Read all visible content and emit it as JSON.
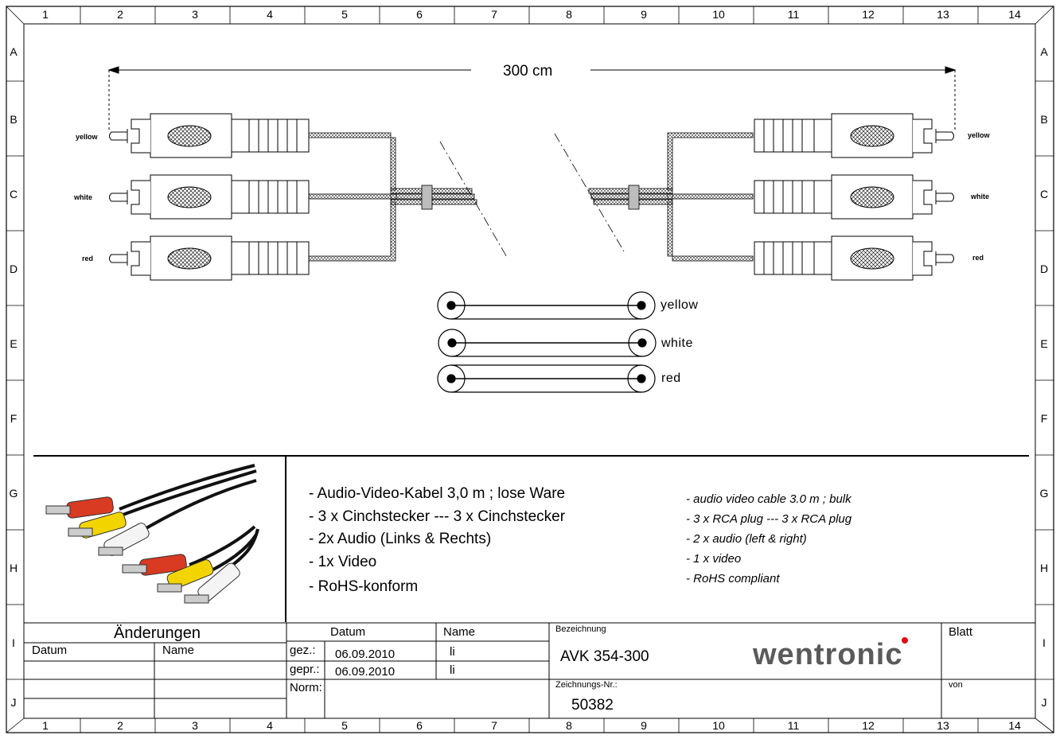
{
  "grid": {
    "columns": [
      "1",
      "2",
      "3",
      "4",
      "5",
      "6",
      "7",
      "8",
      "9",
      "10",
      "11",
      "12",
      "13",
      "14"
    ],
    "rows": [
      "A",
      "B",
      "C",
      "D",
      "E",
      "F",
      "G",
      "H",
      "I",
      "J"
    ]
  },
  "dimension_label": "300 cm",
  "left_plugs": [
    "yellow",
    "white",
    "red"
  ],
  "right_plugs": [
    "yellow",
    "white",
    "red"
  ],
  "wiring": [
    "yellow",
    "white",
    "red"
  ],
  "description_de": [
    "- Audio-Video-Kabel 3,0 m ; lose Ware",
    "- 3 x Cinchstecker --- 3 x Cinchstecker",
    "- 2x Audio (Links & Rechts)",
    "- 1x Video",
    "- RoHS-konform"
  ],
  "description_en": [
    "- audio video cable 3.0 m ; bulk",
    "- 3 x RCA plug --- 3 x RCA plug",
    "- 2 x audio (left & right)",
    "- 1 x video",
    "- RoHS compliant"
  ],
  "title_block": {
    "changes_header": "Änderungen",
    "changes_date": "Datum",
    "changes_name": "Name",
    "date_header": "Datum",
    "name_header": "Name",
    "drawn_label": "gez.:",
    "drawn_date": "06.09.2010",
    "drawn_name": "li",
    "checked_label": "gepr.:",
    "checked_date": "06.09.2010",
    "checked_name": "li",
    "norm_label": "Norm:",
    "designation_label": "Bezeichnung",
    "designation_value": "AVK 354-300",
    "drawing_no_label": "Zeichnungs-Nr.:",
    "drawing_no_value": "50382",
    "sheet_label": "Blatt",
    "of_label": "von",
    "logo_text": "wentronic"
  },
  "colors": {
    "line": "#000000",
    "logo": "#5a5a5a",
    "logo_dot": "#e30613",
    "plug_yellow": "#f2d400",
    "plug_red": "#d83a22",
    "plug_white": "#f4f4f4"
  }
}
